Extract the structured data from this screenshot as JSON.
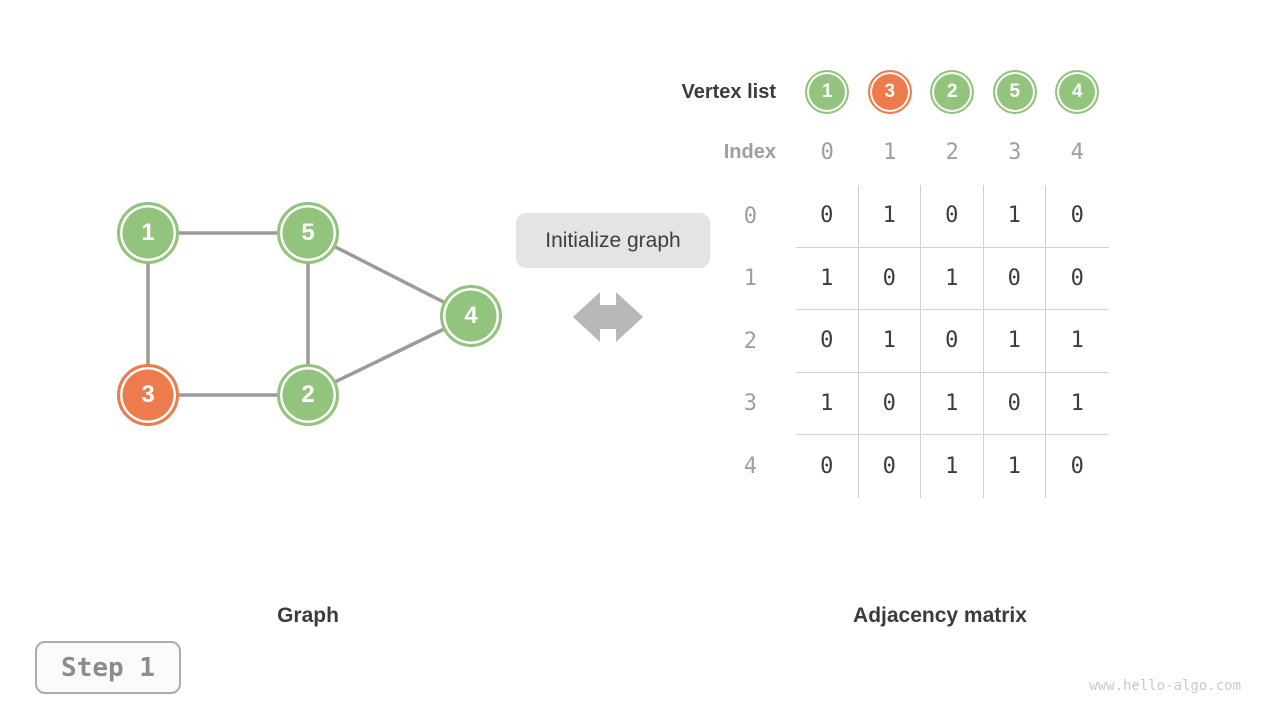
{
  "page": {
    "watermark": "www.hello-algo.com"
  },
  "step_badge": {
    "label": "Step 1"
  },
  "arrow_label": {
    "text": "Initialize graph"
  },
  "captions": {
    "left": "Graph",
    "right": "Adjacency matrix"
  },
  "colors": {
    "green": "#93c47d",
    "orange": "#ed7b4c",
    "edge": "#9b9b9b",
    "grid": "#d2d2d2",
    "muted_text": "#9e9e9e",
    "dark_text": "#3c3c3c",
    "arrow": "#b8b8b8",
    "label_box_bg": "#e4e4e4"
  },
  "graph": {
    "nodes": [
      {
        "id": "1",
        "label": "1",
        "color": "green"
      },
      {
        "id": "5",
        "label": "5",
        "color": "green"
      },
      {
        "id": "4",
        "label": "4",
        "color": "green"
      },
      {
        "id": "3",
        "label": "3",
        "color": "orange"
      },
      {
        "id": "2",
        "label": "2",
        "color": "green"
      }
    ],
    "edges": [
      [
        "1",
        "5"
      ],
      [
        "1",
        "3"
      ],
      [
        "5",
        "2"
      ],
      [
        "5",
        "4"
      ],
      [
        "3",
        "2"
      ],
      [
        "2",
        "4"
      ]
    ]
  },
  "vertex_list": {
    "title": "Vertex list",
    "index_label": "Index",
    "vertices": [
      {
        "label": "1",
        "color": "green"
      },
      {
        "label": "3",
        "color": "orange"
      },
      {
        "label": "2",
        "color": "green"
      },
      {
        "label": "5",
        "color": "green"
      },
      {
        "label": "4",
        "color": "green"
      }
    ],
    "indices": [
      "0",
      "1",
      "2",
      "3",
      "4"
    ]
  },
  "matrix": {
    "row_labels": [
      "0",
      "1",
      "2",
      "3",
      "4"
    ],
    "rows": [
      [
        "0",
        "1",
        "0",
        "1",
        "0"
      ],
      [
        "1",
        "0",
        "1",
        "0",
        "0"
      ],
      [
        "0",
        "1",
        "0",
        "1",
        "1"
      ],
      [
        "1",
        "0",
        "1",
        "0",
        "1"
      ],
      [
        "0",
        "0",
        "1",
        "1",
        "0"
      ]
    ]
  }
}
